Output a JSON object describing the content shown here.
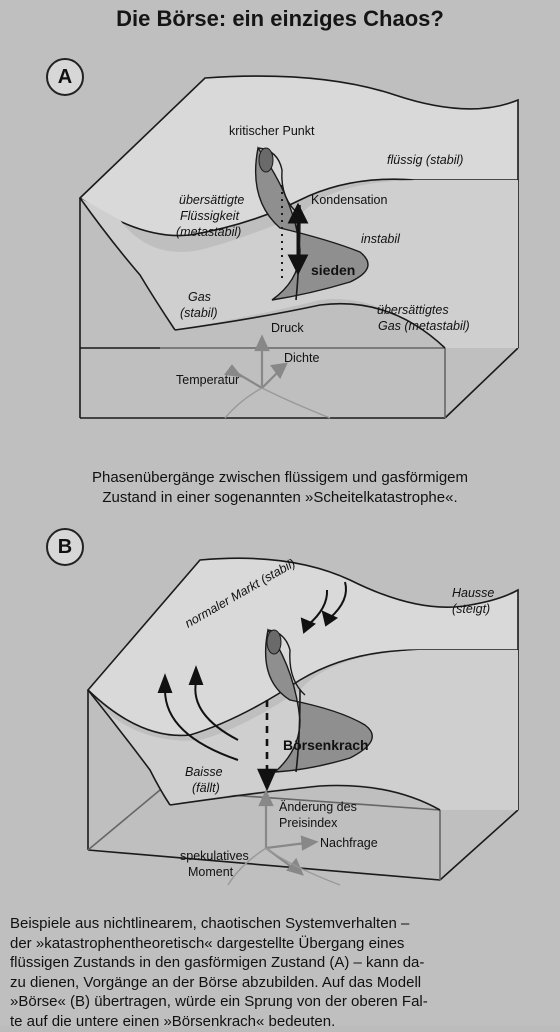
{
  "title": "Die Börse: ein einziges Chaos?",
  "figure_a": {
    "badge": "A",
    "labels": {
      "critical_point": "kritischer Punkt",
      "liquid_stable": "flüssig (stabil)",
      "supersat_liquid_1": "übersättigte",
      "supersat_liquid_2": "Flüssigkeit",
      "supersat_liquid_3": "(metastabil)",
      "condensation": "Kondensation",
      "unstable": "instabil",
      "boil": "sieden",
      "gas_1": "Gas",
      "gas_2": "(stabil)",
      "supersat_gas_1": "übersättigtes",
      "supersat_gas_2": "Gas (metastabil)",
      "pressure": "Druck",
      "density": "Dichte",
      "temperature": "Temperatur"
    },
    "caption_lines": [
      "Phasenübergänge zwischen flüssigem und gasförmigem",
      "Zustand in einer sogenannten »Scheitelkatastrophe«."
    ]
  },
  "figure_b": {
    "badge": "B",
    "labels": {
      "normal_market": "normaler Markt (stabil)",
      "hausse_1": "Hausse",
      "hausse_2": "(steigt)",
      "crash": "Börsenkrach",
      "baisse_1": "Baisse",
      "baisse_2": "(fällt)",
      "index_change_1": "Änderung des",
      "index_change_2": "Preisindex",
      "demand": "Nachfrage",
      "speculative_1": "spekulatives",
      "speculative_2": "Moment"
    }
  },
  "footer_lines": [
    "Beispiele aus nichtlinearem, chaotischen Systemverhalten –",
    "der »katastrophentheoretisch« dargestellte Übergang eines",
    "flüssigen Zustands in den gasförmigen Zustand (A) – kann da-",
    "zu dienen, Vorgänge an der Börse abzubilden. Auf das Modell",
    "»Börse« (B) übertragen, würde ein Sprung von der oberen Fal-",
    "te auf die untere einen »Börsenkrach« bedeuten."
  ],
  "colors": {
    "background": "#bfbfbf",
    "surface": "#d9d9d9",
    "fold": "#8f8f8f",
    "line": "#1a1a1a"
  }
}
